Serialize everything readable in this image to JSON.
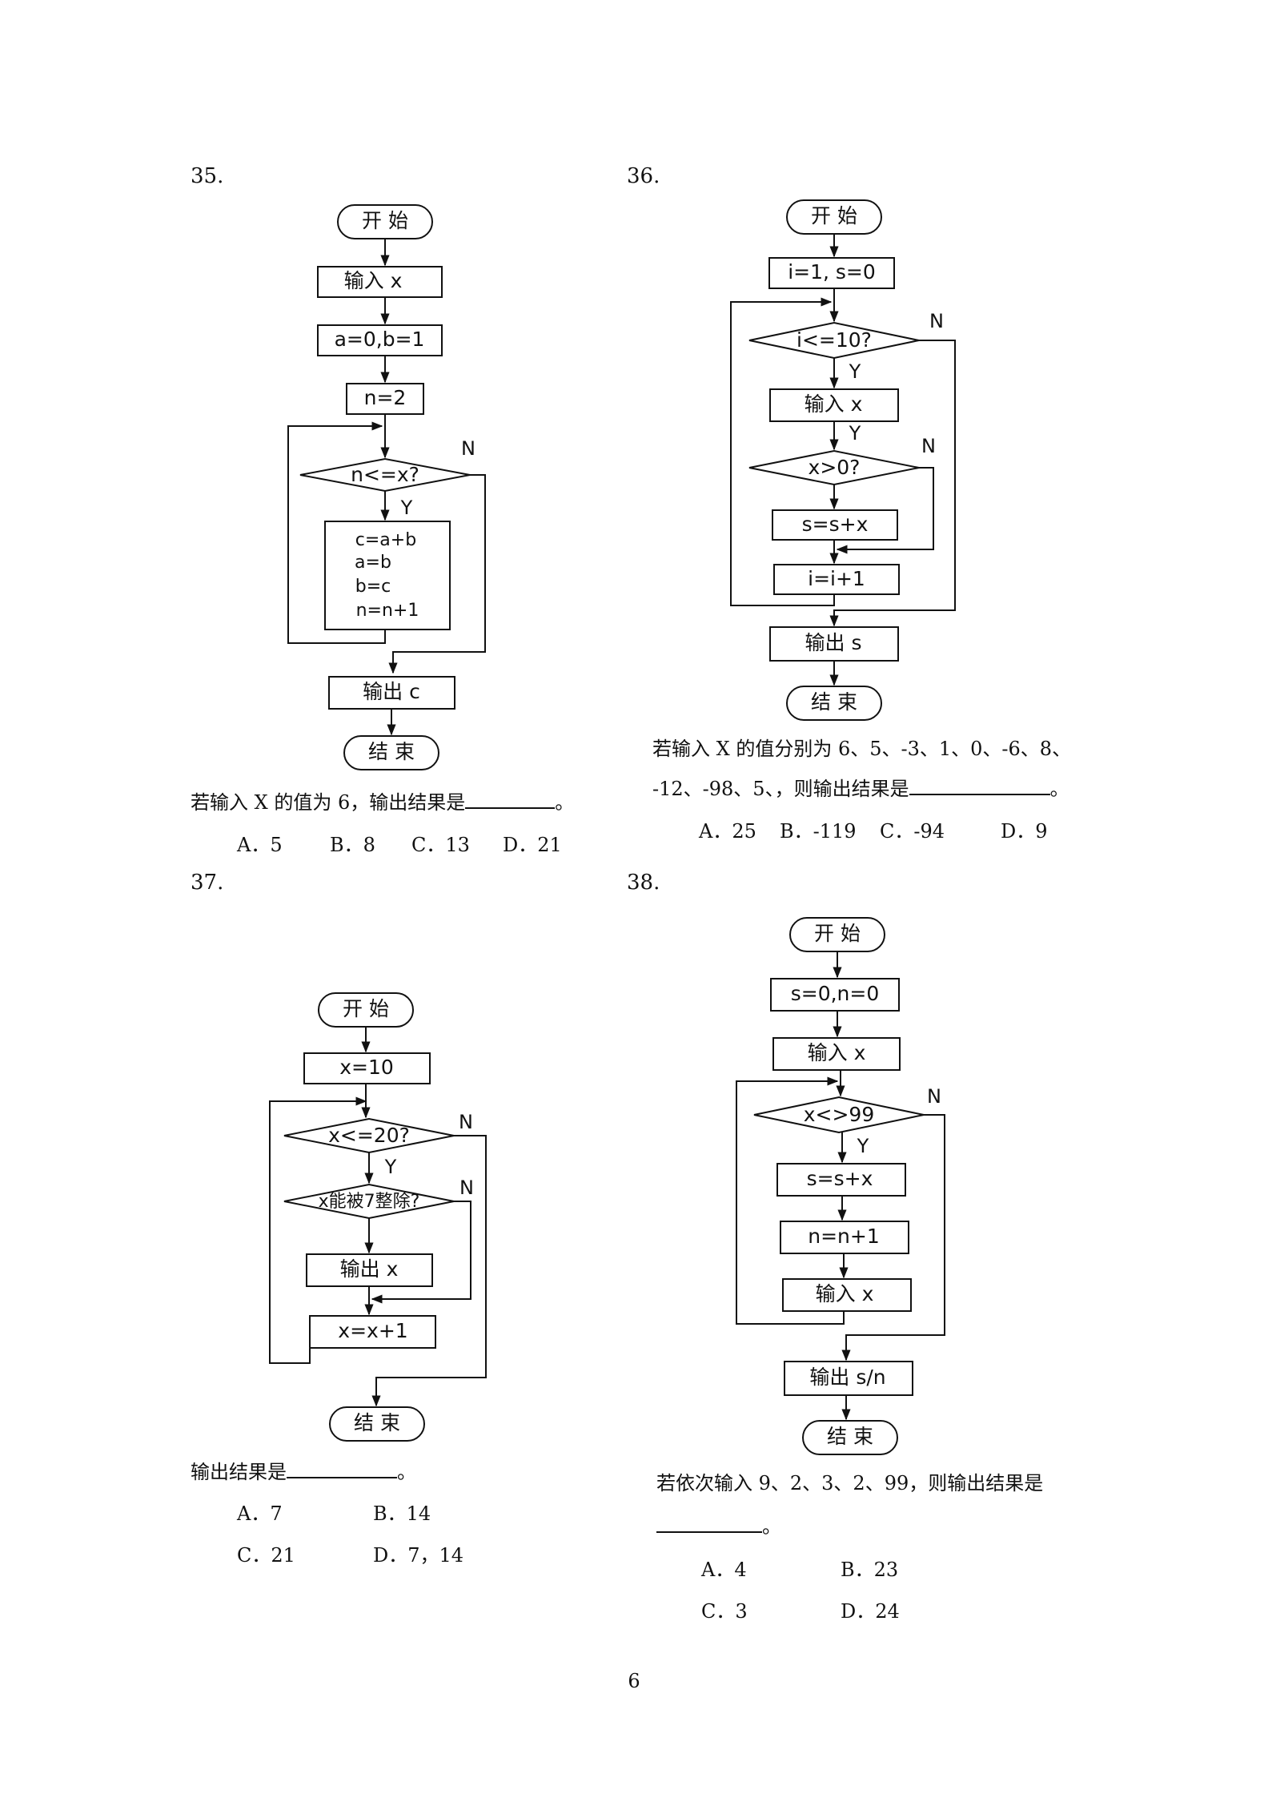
{
  "q35": {
    "number": "35.",
    "flow": {
      "start": "开 始",
      "input": "输入 x",
      "init": "a=0,b=1",
      "n_init": "n=2",
      "cond": "n<=x?",
      "yes": "Y",
      "no": "N",
      "body": [
        "c=a+b",
        "a=b",
        "b=c",
        "n=n+1"
      ],
      "output": "输出 c",
      "end": "结 束"
    },
    "question": "若输入 X 的值为 6，输出结果是",
    "question_end": "。",
    "options": [
      "A．5",
      "B．8",
      "C．13",
      "D．21"
    ]
  },
  "q36": {
    "number": "36.",
    "flow": {
      "start": "开 始",
      "init": "i=1, s=0",
      "cond1": "i<=10?",
      "input": "输入 x",
      "cond2": "x>0?",
      "sum": "s=s+x",
      "incr": "i=i+1",
      "output": "输出 s",
      "end": "结 束",
      "yes": "Y",
      "no": "N"
    },
    "question_line1": "若输入 X 的值分别为 6、5、-3、1、0、-6、8、",
    "question_line2": "-12、-98、5、，则输出结果是",
    "question_end": "。",
    "options": [
      "A．25",
      "B．-119",
      "C．-94",
      "D．9"
    ]
  },
  "q37": {
    "number": "37.",
    "flow": {
      "start": "开 始",
      "init": "x=10",
      "cond1": "x<=20?",
      "cond2": "x能被7整除?",
      "output": "输出 x",
      "incr": "x=x+1",
      "end": "结 束",
      "yes": "Y",
      "no": "N"
    },
    "question": "输出结果是",
    "question_end": "。",
    "options": [
      "A．7",
      "B．14",
      "C．21",
      "D．7，14"
    ]
  },
  "q38": {
    "number": "38.",
    "flow": {
      "start": "开 始",
      "init": "s=0,n=0",
      "input1": "输入 x",
      "cond": "x<>99",
      "sum": "s=s+x",
      "incr": "n=n+1",
      "input2": "输入 x",
      "output": "输出 s/n",
      "end": "结 束",
      "yes": "Y",
      "no": "N"
    },
    "question": "若依次输入 9、2、3、2、99，则输出结果是",
    "question_end": "。",
    "options": [
      "A．4",
      "B．23",
      "C．3",
      "D．24"
    ]
  },
  "page_number": "6"
}
